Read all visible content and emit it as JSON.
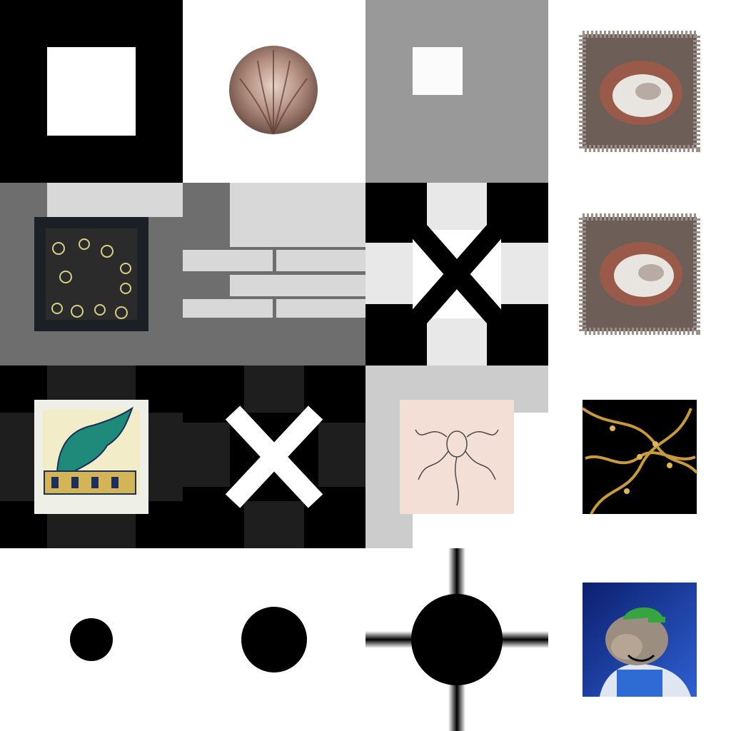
{
  "grid": {
    "rows": 4,
    "columns": 4,
    "background": "#ffffff"
  },
  "palette": {
    "black": "#000000",
    "white": "#ffffff",
    "mid_gray": "#999999",
    "dark_gray": "#6e6e6e",
    "light_gray": "#d8d8d8",
    "pale_gray": "#e8e8e8",
    "charcoal": "#1e1e1e",
    "silver": "#cccccc"
  },
  "tiles": [
    {
      "name": "tile-white-square-on-black",
      "icon": "square-icon"
    },
    {
      "name": "tile-marbled-disc",
      "icon": "marbled-disc-thumbnail"
    },
    {
      "name": "tile-white-square-on-gray",
      "icon": "square-icon"
    },
    {
      "name": "tile-marble-thumbnail-1",
      "icon": "marble-swirl-thumbnail"
    },
    {
      "name": "tile-gold-doodle-thumbnail",
      "icon": "gold-doodle-thumbnail"
    },
    {
      "name": "tile-brick-pattern",
      "icon": "brick-pattern"
    },
    {
      "name": "tile-black-x-on-light",
      "icon": "x-cross-icon"
    },
    {
      "name": "tile-marble-thumbnail-2",
      "icon": "marble-swirl-thumbnail"
    },
    {
      "name": "tile-green-creature-thumbnail",
      "icon": "creature-painting-thumbnail"
    },
    {
      "name": "tile-white-x-on-dark",
      "icon": "x-cross-icon"
    },
    {
      "name": "tile-sketch-thumbnail",
      "icon": "medusa-sketch-thumbnail"
    },
    {
      "name": "tile-gold-chains-thumbnail",
      "icon": "gold-chains-thumbnail"
    },
    {
      "name": "tile-small-dot",
      "icon": "dot-icon"
    },
    {
      "name": "tile-medium-dot",
      "icon": "dot-icon"
    },
    {
      "name": "tile-crosshair-dot",
      "icon": "crosshair-icon"
    },
    {
      "name": "tile-hippo-avatar",
      "icon": "hippo-avatar-thumbnail"
    }
  ]
}
